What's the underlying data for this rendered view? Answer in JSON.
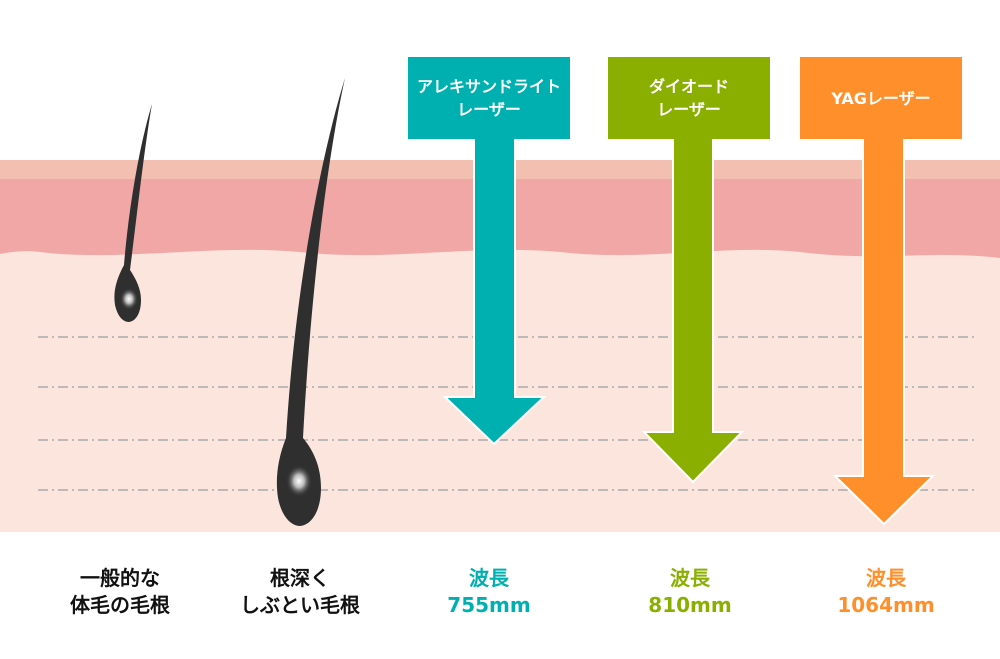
{
  "colors": {
    "skin_top": "#f2bfb0",
    "dermis": "#f2a7a7",
    "subcutis": "#fce5dd",
    "hair": "#2f2f2f",
    "depth_line": "#aaaaaa",
    "alexandrite": "#00b0b0",
    "diode": "#8aaf00",
    "yag": "#ff8f2b"
  },
  "hair_labels": [
    {
      "line1": "一般的な",
      "line2": "体毛の毛根"
    },
    {
      "line1": "根深く",
      "line2": "しぶとい毛根"
    }
  ],
  "lasers": [
    {
      "name_line1": "アレキサンドライト",
      "name_line2": "レーザー",
      "wave_label": "波長",
      "wave_value": "755mm",
      "color": "#00b0b0"
    },
    {
      "name_line1": "ダイオード",
      "name_line2": "レーザー",
      "wave_label": "波長",
      "wave_value": "810mm",
      "color": "#8aaf00"
    },
    {
      "name_line1": "YAGレーザー",
      "name_line2": "",
      "wave_label": "波長",
      "wave_value": "1064mm",
      "color": "#ff8f2b"
    }
  ]
}
